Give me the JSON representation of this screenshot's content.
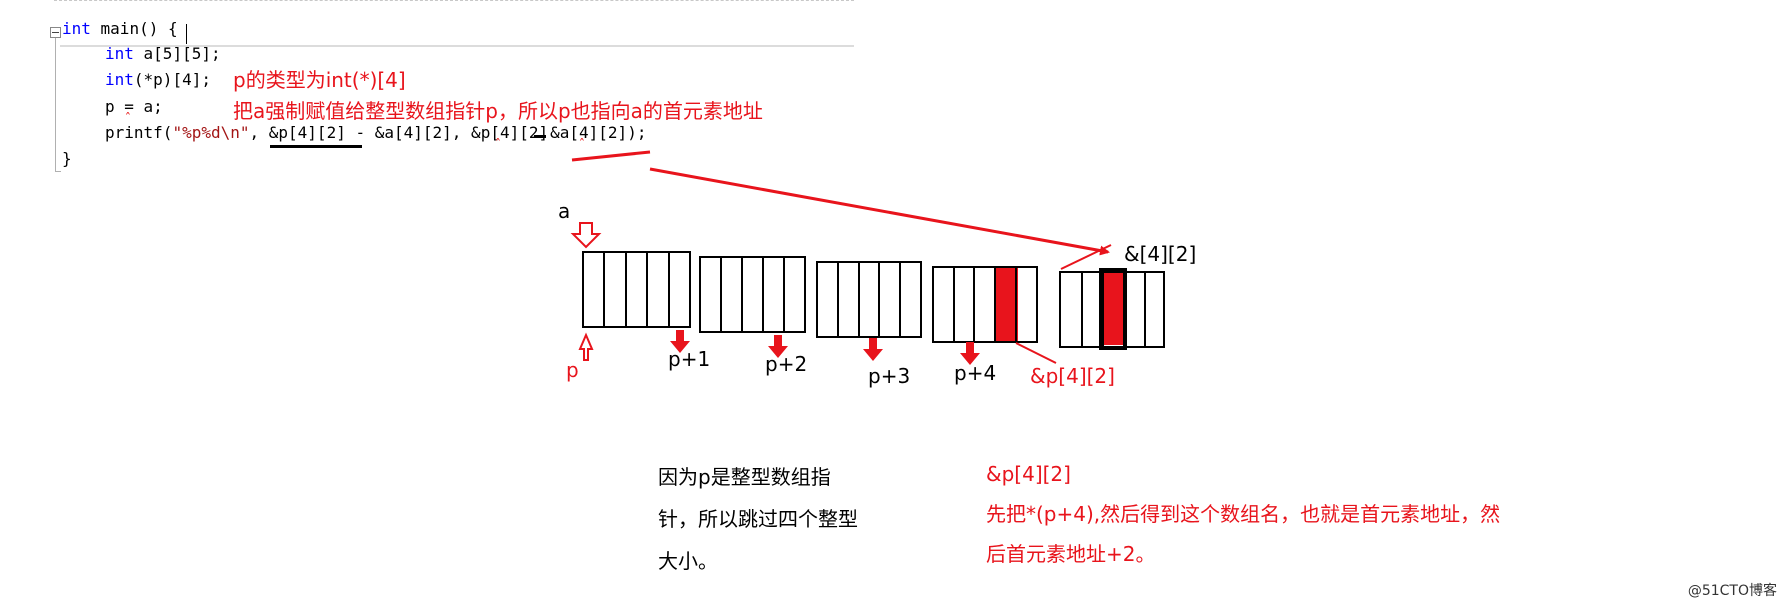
{
  "code": {
    "lines": [
      {
        "kw": "int",
        "rest": " main() {"
      },
      {
        "kw": "int",
        "rest": " a[5][5];"
      },
      {
        "kw": "int",
        "rest": "(*p)[4];"
      },
      {
        "text": "p = a;"
      },
      {
        "pre": "printf(",
        "str": "\"%p%d\\n\"",
        "args": ", &p[4][2] - &a[4][2], &p[4][2]",
        "after": "&a[4][2]);"
      },
      {
        "text": "}"
      }
    ]
  },
  "annotations": {
    "type_note": "p的类型为int(*)[4]",
    "assign_note": "把a强制赋值给整型数组指针p，所以p也指向a的首元素地址"
  },
  "diagram_labels": {
    "a": "a",
    "p": "p",
    "p1": "p+1",
    "p2": "p+2",
    "p3": "p+3",
    "p4": "p+4",
    "a42": "&[4][2]",
    "p42": "&p[4][2]"
  },
  "colors": {
    "accent": "#e8141c",
    "keyword": "#0000ff",
    "string": "#a31515"
  },
  "explanation": {
    "left_lines": [
      "因为p是整型数组指",
      "针，所以跳过四个整型",
      "大小。"
    ],
    "right_lines": [
      "&p[4][2]",
      "先把*(p+4),然后得到这个数组名，也就是首元素地址，然",
      "后首元素地址+2。"
    ]
  },
  "watermark": "@51CTO博客"
}
